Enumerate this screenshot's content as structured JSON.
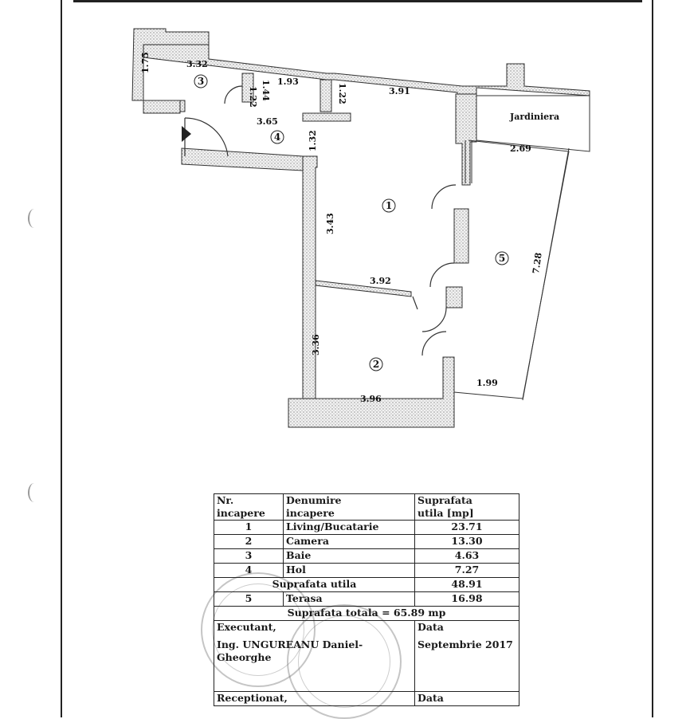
{
  "plan": {
    "rooms": [
      {
        "id": "r1",
        "num": "1"
      },
      {
        "id": "r2",
        "num": "2"
      },
      {
        "id": "r3",
        "num": "3"
      },
      {
        "id": "r4",
        "num": "4"
      },
      {
        "id": "r5",
        "num": "5"
      }
    ],
    "dimensions": {
      "d_175": "1.75",
      "d_332": "3.32",
      "d_122a": "1.22",
      "d_144": "1.44",
      "d_193": "1.93",
      "d_122b": "1.22",
      "d_391": "3.91",
      "d_365": "3.65",
      "d_132": "1.32",
      "d_269": "2.69",
      "d_343": "3.43",
      "d_728": "7.28",
      "d_392": "3.92",
      "d_336": "3.36",
      "d_199": "1.99",
      "d_396": "3.96"
    },
    "jardiniera": "Jardiniera"
  },
  "legend": {
    "headers": {
      "nr": "Nr.\nincapere",
      "denumire": "Denumire\nincapere",
      "suprafata": "Suprafata\nutila [mp]"
    },
    "rows": [
      {
        "nr": "1",
        "name": "Living/Bucatarie",
        "area": "23.71"
      },
      {
        "nr": "2",
        "name": "Camera",
        "area": "13.30"
      },
      {
        "nr": "3",
        "name": "Baie",
        "area": "4.63"
      },
      {
        "nr": "4",
        "name": "Hol",
        "area": "7.27"
      }
    ],
    "suprafata_utila_label": "Suprafata utila",
    "suprafata_utila_value": "48.91",
    "terasa": {
      "nr": "5",
      "name": "Terasa",
      "area": "16.98"
    },
    "suprafata_totala": "Suprafata totala = 65.89 mp",
    "executant_label": "Executant,",
    "executant_name": "Ing. UNGUREANU Daniel-Gheorghe",
    "data_label": "Data",
    "data_value": "Septembrie 2017",
    "receptionat_label": "Receptionat,",
    "data2_label": "Data"
  }
}
